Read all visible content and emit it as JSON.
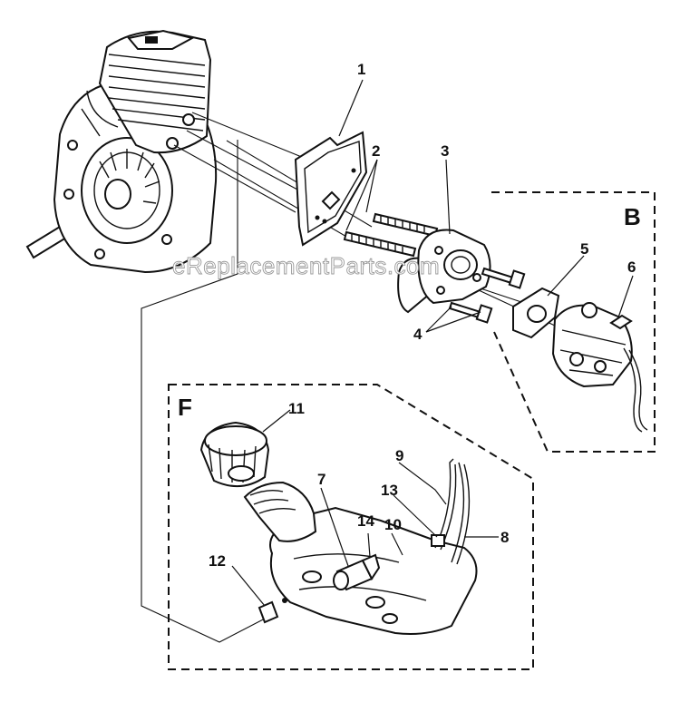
{
  "watermark": "eReplacementParts.com",
  "sections": {
    "b": "B",
    "f": "F"
  },
  "callouts": {
    "c1": "1",
    "c2": "2",
    "c3": "3",
    "c4": "4",
    "c5": "5",
    "c6": "6",
    "c7": "7",
    "c8": "8",
    "c9": "9",
    "c10": "10",
    "c11": "11",
    "c12": "12",
    "c13": "13",
    "c14": "14"
  }
}
